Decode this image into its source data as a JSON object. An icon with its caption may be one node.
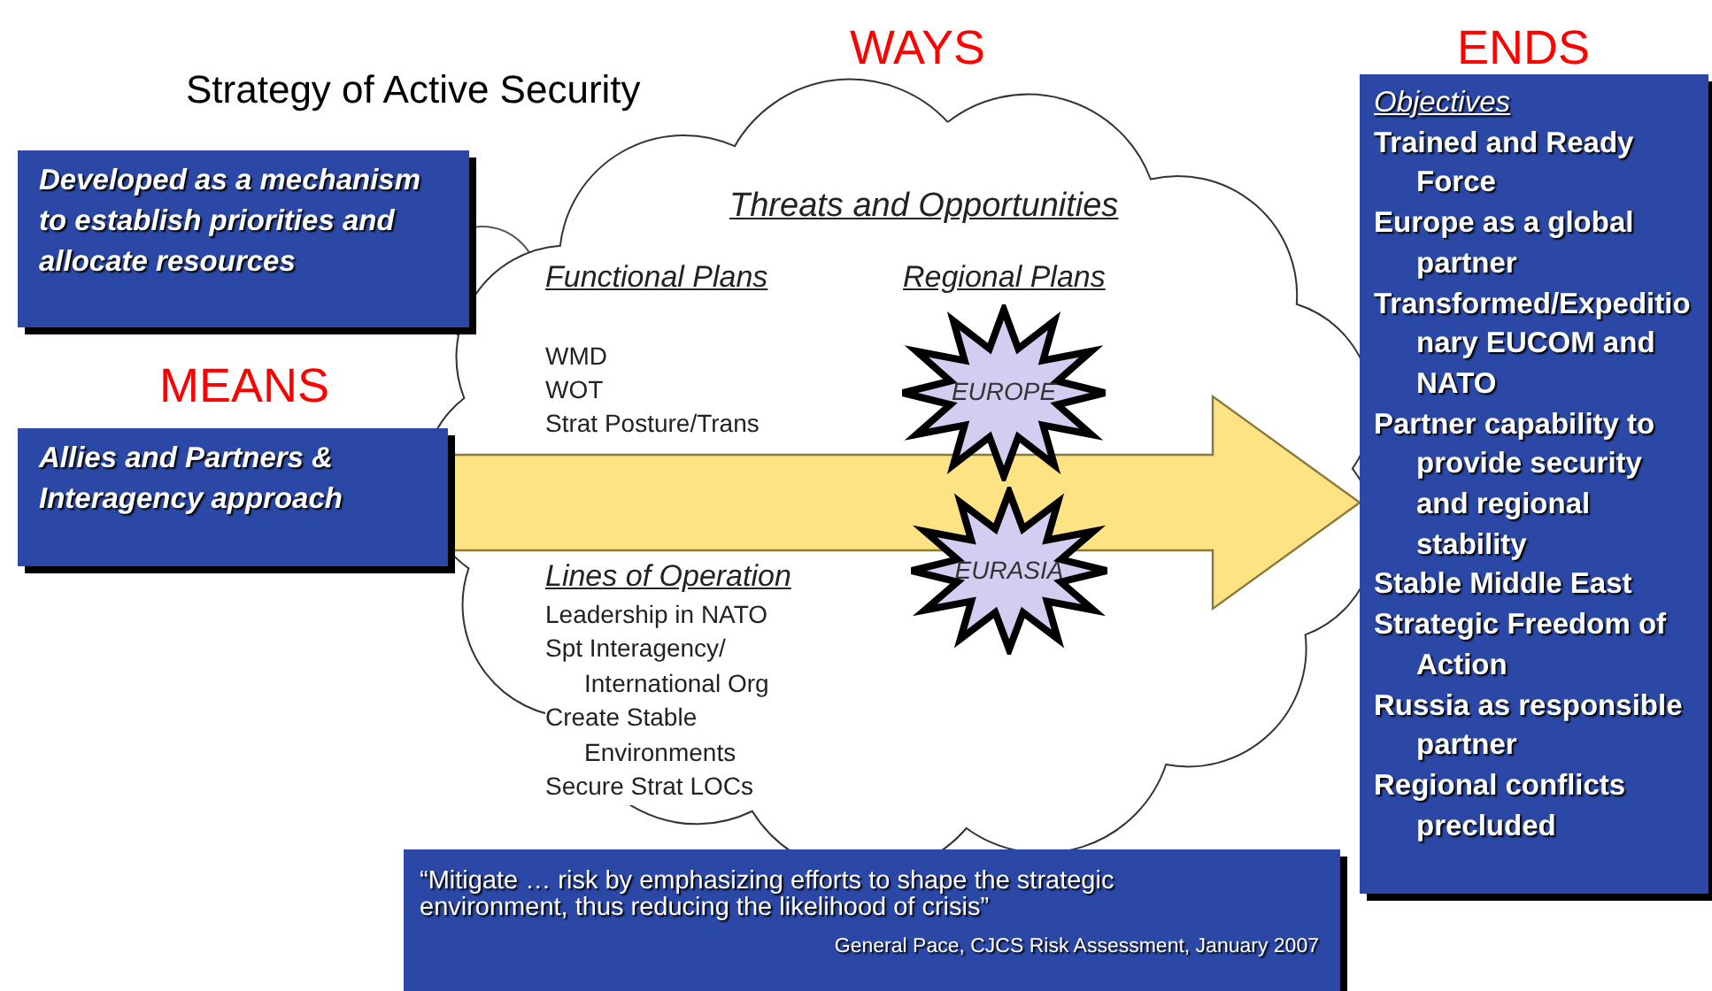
{
  "diagram": {
    "title": "Strategy of Active Security",
    "nodes": [
      {
        "text": [
          "Developed as a mechanism to establish priorities and allocate resources"
        ]
      },
      {
        "text": [
          "Allies and Partners & Interagency approach"
        ]
      },
      {
        "text": [
          "Threats and Opportunities",
          "Functional Plans",
          "WMD",
          "WOT",
          "Strat Posture/Trans",
          "Regional Plans",
          "Lines of Operation",
          "Leadership in NATO",
          "Spt Interagency/ International Org",
          "Create Stable Environments",
          "Secure Strat LOCs"
        ]
      },
      {
        "text": [
          "EUROPE"
        ],
        "in": 2
      },
      {
        "text": [
          "EURASIA"
        ],
        "in": 2
      },
      {
        "beside": [
          "ENDS"
        ],
        "text": [
          "Objectives",
          "Trained and Ready Force",
          "Europe as a global partner",
          "Transformed/Expeditionary EUCOM and NATO",
          "Partner capability to provide security and regional stability",
          "Stable Middle East",
          "Strategic Freedom of Action",
          "Russia as responsible partner",
          "Regional conflicts precluded"
        ]
      },
      {
        "text": [
          "“Mitigate … risk by emphasizing efforts to shape the strategic environment, thus reducing the likelihood of crisis”",
          "General Pace, CJCS Risk Assessment, January 2007"
        ]
      }
    ],
    "edges": [
      {
        "from": 1,
        "to": 5,
        "arrow": "to",
        "style": "thick",
        "color": "#fde383"
      }
    ],
    "labels": [
      "WAYS",
      "MEANS"
    ]
  }
}
